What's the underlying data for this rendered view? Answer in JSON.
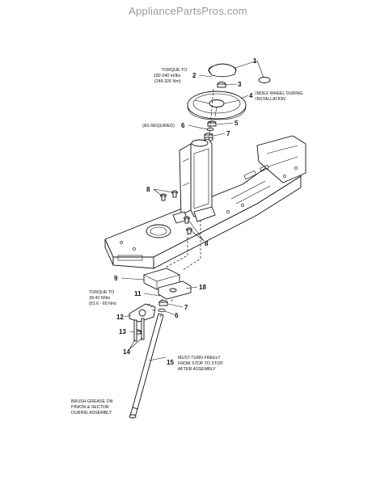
{
  "site_title": "AppliancePartsPros.com",
  "notes": {
    "torque_top_1": "TORQUE TO",
    "torque_top_2": "182-240 in/lbs",
    "torque_top_3": "(245-326 Nm)",
    "index_wheel_1": "INDEX WHEEL DURING",
    "index_wheel_2": "INSTALLATION",
    "as_required": "(AS REQUIRED)",
    "torque_mid_1": "TORQUE TO",
    "torque_mid_2": "39-42 ft/lbs",
    "torque_mid_3": "(51.6 - 65 Nm)",
    "must_turn_1": "MUST TURN FREELY",
    "must_turn_2": "FROM STOP TO STOP",
    "must_turn_3": "AFTER ASSEMBLY",
    "brush_1": "BRUSH GREASE ON",
    "brush_2": "PINION & SECTOR",
    "brush_3": "DURING ASSEMBLY"
  },
  "callouts": {
    "c1": "1",
    "c2": "2",
    "c3": "3",
    "c4": "4",
    "c5": "5",
    "c6": "6",
    "c7": "7",
    "c8a": "8",
    "c8b": "8",
    "c9": "9",
    "c11": "11",
    "c18": "18",
    "c7b": "7",
    "c6b": "6",
    "c12": "12",
    "c13": "13",
    "c14": "14",
    "c15": "15"
  }
}
